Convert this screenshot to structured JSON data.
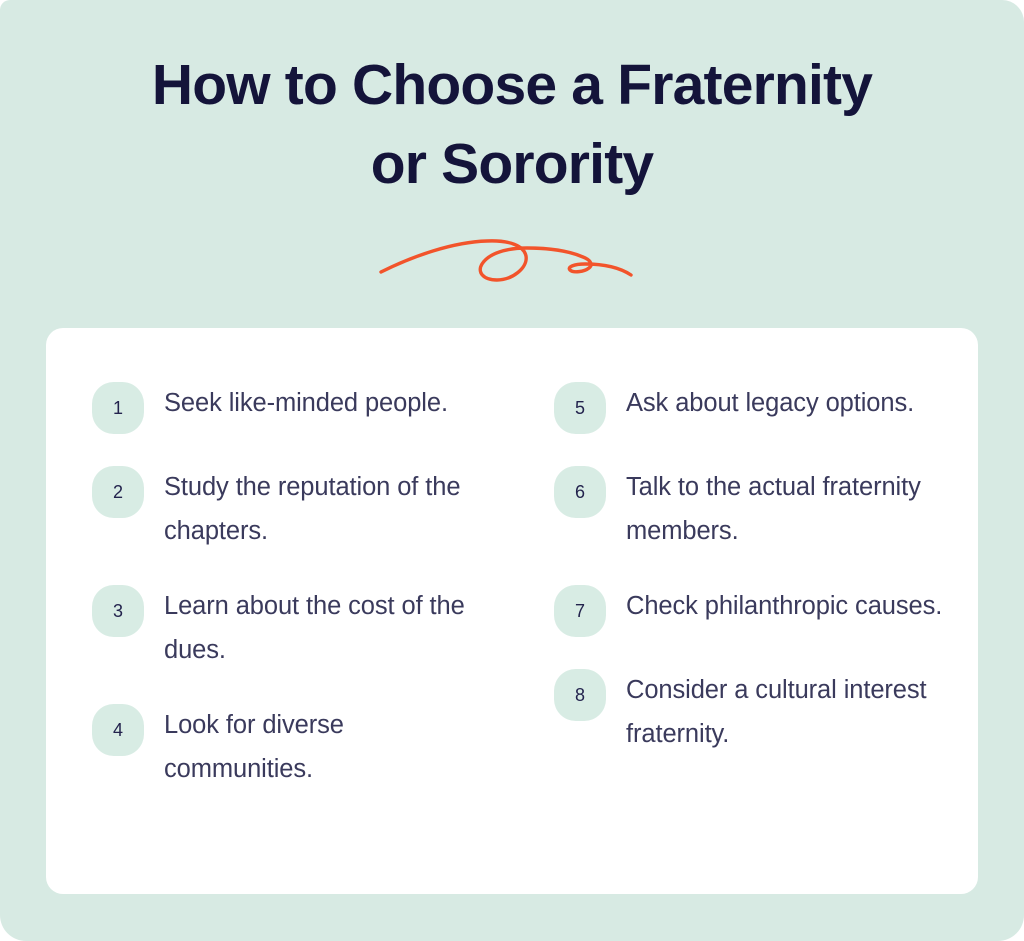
{
  "page": {
    "title": "How to Choose a Fraternity or Sorority",
    "title_line_1": "How to Choose a Fraternity",
    "title_line_2": "or Sorority",
    "background_color": "#d7eae3",
    "card_color": "#ffffff",
    "title_color": "#14143a",
    "body_text_color": "#3a3a5c",
    "badge_color": "#d8ece4",
    "accent_color": "#f2542b"
  },
  "divider": {
    "icon": "squiggle-flourish",
    "color": "#f2542b"
  },
  "list": {
    "left_column": [
      {
        "number": "1",
        "text": "Seek like-minded people."
      },
      {
        "number": "2",
        "text": "Study the reputation of the chapters."
      },
      {
        "number": "3",
        "text": "Learn about the cost of the dues."
      },
      {
        "number": "4",
        "text": "Look for diverse communities."
      }
    ],
    "right_column": [
      {
        "number": "5",
        "text": "Ask about legacy options."
      },
      {
        "number": "6",
        "text": "Talk to the actual fraternity members."
      },
      {
        "number": "7",
        "text": "Check philanthropic causes."
      },
      {
        "number": "8",
        "text": "Consider a cultural interest fraternity."
      }
    ]
  }
}
